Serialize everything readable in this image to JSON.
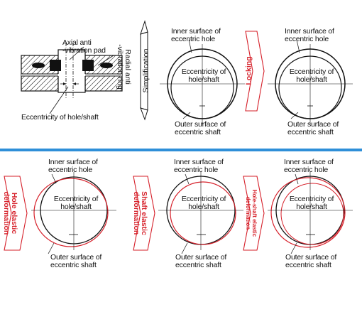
{
  "colors": {
    "divider": "#2f8fd8",
    "deformation": "#d6202a",
    "line": "#111111"
  },
  "top_row": {
    "device_labels": {
      "axial_pad": [
        "Axial anti",
        "-vibration pad"
      ],
      "radial_ring": [
        "Radial anti",
        "-vibration ring"
      ],
      "eccentricity": "Eccentricity of hole/shaft"
    },
    "arrow_1": "Simplification",
    "arrow_2": "Locking",
    "panel_1": {
      "inner": [
        "Inner surface of",
        "eccentric hole"
      ],
      "ecc": [
        "Eccentricity of",
        "hole/shaft"
      ],
      "outer": [
        "Outer surface of",
        "eccentric shaft"
      ]
    },
    "panel_2": {
      "inner": [
        "Inner surface of",
        "eccentric hole"
      ],
      "ecc": [
        "Eccentricity of",
        "hole/shaft"
      ],
      "outer": [
        "Outer surface of",
        "eccentric shaft"
      ]
    }
  },
  "bottom_row": {
    "arrow_1": [
      "Hole elastic",
      "deformation"
    ],
    "arrow_2": [
      "Shaft elastic",
      "deformation"
    ],
    "arrow_3": [
      "Hole-shaft elastic",
      "deformation"
    ],
    "panel_1": {
      "inner": [
        "Inner surface of",
        "eccentric hole"
      ],
      "ecc": [
        "Eccentricity of",
        "hole/shaft"
      ],
      "outer": [
        "Outer surface of",
        "eccentric shaft"
      ]
    },
    "panel_2": {
      "inner": [
        "Inner surface of",
        "eccentric hole"
      ],
      "ecc": [
        "Eccentricity of",
        "hole/shaft"
      ],
      "outer": [
        "Outer surface of",
        "eccentric shaft"
      ]
    },
    "panel_3": {
      "inner": [
        "Inner surface of",
        "eccentric hole"
      ],
      "ecc": [
        "Eccentricity of",
        "hole/shaft"
      ],
      "outer": [
        "Outer surface of",
        "eccentric shaft"
      ]
    }
  }
}
